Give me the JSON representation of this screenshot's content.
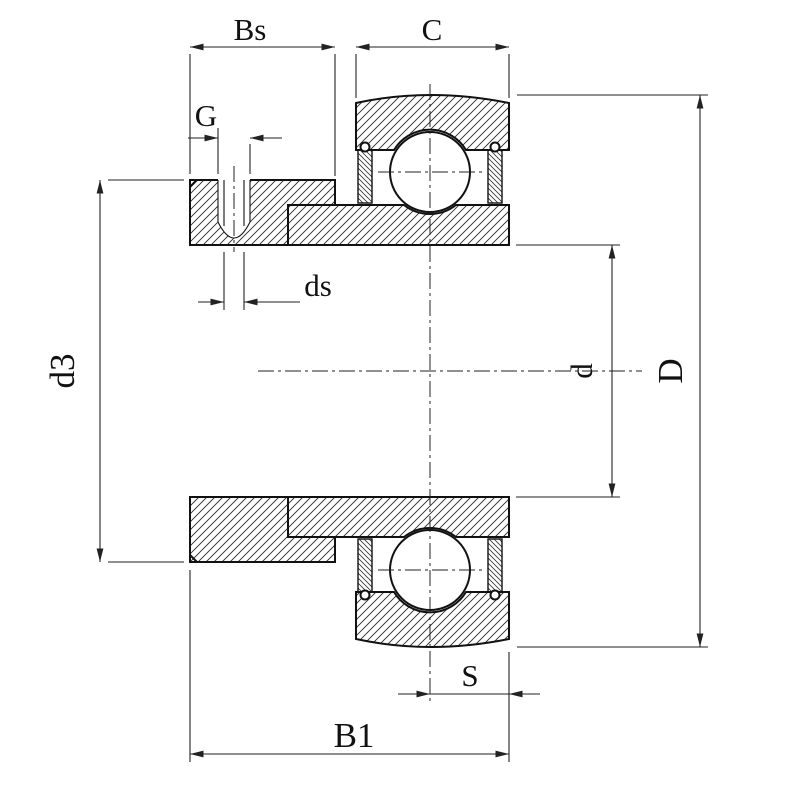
{
  "drawing": {
    "labels": {
      "bs": "Bs",
      "c": "C",
      "g": "G",
      "d3": "d3",
      "ds": "ds",
      "d": "d",
      "big_d": "D",
      "s": "S",
      "b1": "B1"
    },
    "colors": {
      "line": "#111111",
      "background": "#ffffff",
      "hatch": "#2a2a2a"
    }
  }
}
